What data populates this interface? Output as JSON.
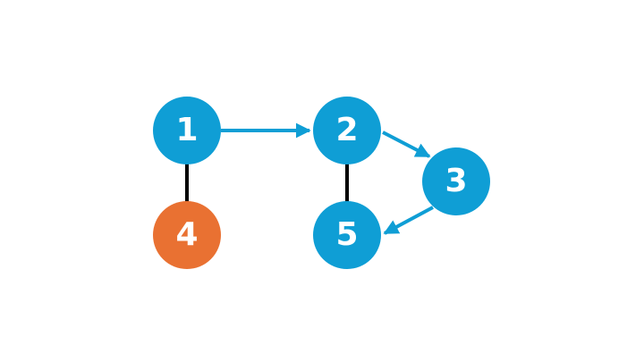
{
  "colors": {
    "blue": "#0f9ed5",
    "orange": "#e97132",
    "edge_black": "#000000",
    "label_white": "#ffffff"
  },
  "nodes": [
    {
      "id": "1",
      "label": "1",
      "color": "#0f9ed5"
    },
    {
      "id": "2",
      "label": "2",
      "color": "#0f9ed5"
    },
    {
      "id": "3",
      "label": "3",
      "color": "#0f9ed5"
    },
    {
      "id": "4",
      "label": "4",
      "color": "#e97132"
    },
    {
      "id": "5",
      "label": "5",
      "color": "#0f9ed5"
    }
  ],
  "edges": [
    {
      "from": "1",
      "to": "2",
      "directed": true,
      "color": "#0f9ed5"
    },
    {
      "from": "2",
      "to": "3",
      "directed": true,
      "color": "#0f9ed5"
    },
    {
      "from": "3",
      "to": "5",
      "directed": true,
      "color": "#0f9ed5"
    },
    {
      "from": "1",
      "to": "4",
      "directed": false,
      "color": "#000000"
    },
    {
      "from": "2",
      "to": "5",
      "directed": false,
      "color": "#000000"
    }
  ]
}
